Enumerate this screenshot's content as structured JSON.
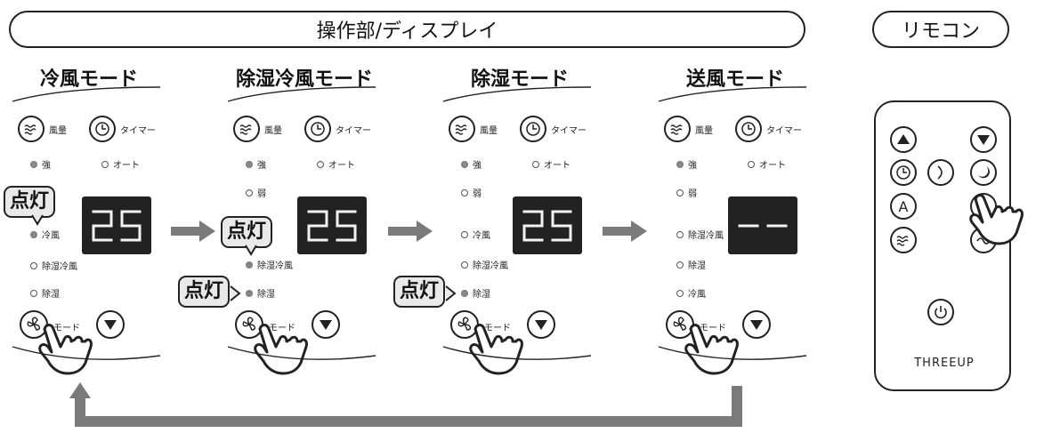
{
  "header": {
    "panel_title": "操作部/ディスプレイ",
    "remote_title": "リモコン"
  },
  "labels": {
    "fan_volume": "風量",
    "timer": "タイマー",
    "strong": "強",
    "auto": "オート",
    "weak": "弱",
    "cool": "冷風",
    "dehum_cool": "除湿冷風",
    "dehum": "除湿",
    "mode": "モード",
    "lit": "点灯"
  },
  "panels": [
    {
      "title": "冷風モード",
      "display": "25"
    },
    {
      "title": "除湿冷風モード",
      "display": "25"
    },
    {
      "title": "除湿モード",
      "display": "25"
    },
    {
      "title": "送風モード",
      "display": "– –"
    }
  ],
  "remote": {
    "brand": "THREEUP",
    "auto_label": "A"
  },
  "colors": {
    "arrow": "#7a7a7a",
    "indicator_on": "#888888",
    "callout_bg": "#e9e9e9",
    "display_bg": "#222222"
  },
  "icons": [
    "fan-icon",
    "timer-icon",
    "down-triangle-icon",
    "up-triangle-icon",
    "hand-pointer-icon",
    "moon-icon",
    "power-icon",
    "swing-icon",
    "wave-icon"
  ]
}
